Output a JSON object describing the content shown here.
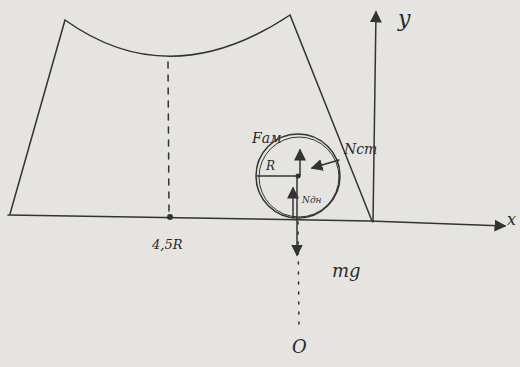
{
  "diagram": {
    "labels": [
      "y",
      "x",
      "Fам",
      "R",
      "Nст",
      "Nдн",
      "mg",
      "4,5R",
      "O"
    ]
  }
}
